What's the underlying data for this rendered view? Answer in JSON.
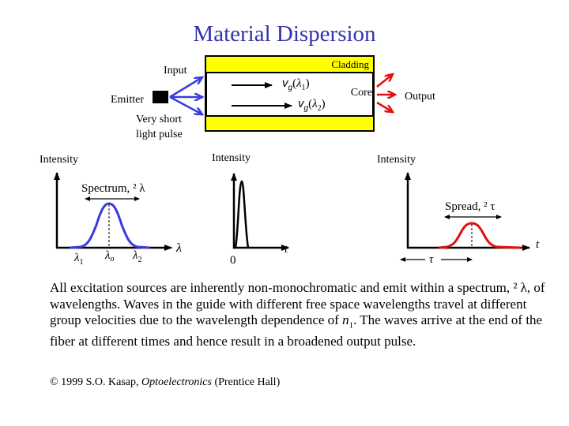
{
  "title": "Material Dispersion",
  "colors": {
    "title": "#3333aa",
    "cladding": "#ffff00",
    "input_rays": "#3a3ae0",
    "output_rays": "#e01010",
    "spectrum_curve": "#3a3ae0",
    "output_curve": "#e01010"
  },
  "fiber": {
    "input_label": "Input",
    "emitter_label": "Emitter",
    "pulse_label_1": "Very short",
    "pulse_label_2": "light pulse",
    "cladding_label": "Cladding",
    "core_label": "Core",
    "output_label": "Output",
    "vg1": {
      "v": "v",
      "g": "g",
      "lambda": "λ",
      "sub": "1"
    },
    "vg2": {
      "v": "v",
      "g": "g",
      "lambda": "λ",
      "sub": "2"
    }
  },
  "graphs": {
    "spectrum": {
      "ylabel": "Intensity",
      "xlabel": "λ",
      "annotation": "Spectrum, ² λ",
      "ticks": [
        {
          "sym": "λ",
          "sub": "1"
        },
        {
          "sym": "λ",
          "sub": "o"
        },
        {
          "sym": "λ",
          "sub": "2"
        }
      ]
    },
    "input_pulse": {
      "ylabel": "Intensity",
      "xlabel": "t",
      "origin": "0"
    },
    "output_pulse": {
      "ylabel": "Intensity",
      "xlabel": "t",
      "annotation": "Spread, ² τ",
      "delay_label": "τ"
    }
  },
  "body": {
    "paragraph": "All excitation sources are inherently non-monochromatic and emit within a spectrum, ² λ, of wavelengths.  Waves in the guide with different free space wavelengths travel at different group velocities due to the wavelength dependence of ",
    "n": "n",
    "n_sub": "1",
    "paragraph_end": ". The waves arrive at  the end of the fiber at different times and hence result in a broadened output pulse."
  },
  "copyright": {
    "prefix": "© 1999 S.O. Kasap, ",
    "book": "Optoelectronics",
    "suffix": " (Prentice Hall)"
  }
}
